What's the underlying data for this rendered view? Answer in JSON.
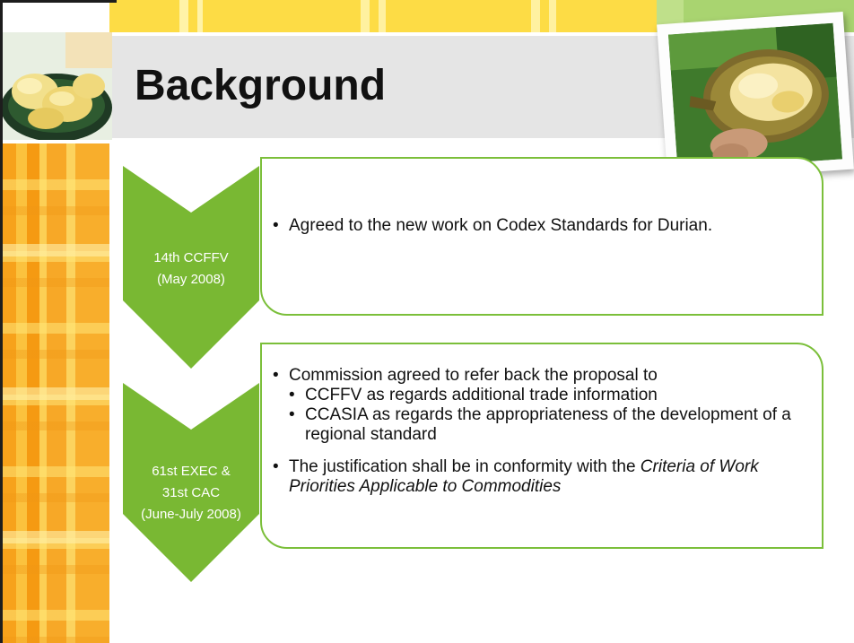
{
  "slide": {
    "title": "Background"
  },
  "timeline": [
    {
      "label_lines": [
        "14th CCFFV",
        "(May 2008)"
      ],
      "bullets": [
        {
          "level": 1,
          "text": "Agreed to the new work on Codex Standards for Durian."
        }
      ]
    },
    {
      "label_lines": [
        "61st EXEC &",
        "31st CAC",
        "(June-July 2008)"
      ],
      "bullets": [
        {
          "level": 1,
          "text": "Commission agreed to refer back the proposal to"
        },
        {
          "level": 2,
          "text": "CCFFV as regards additional trade information"
        },
        {
          "level": 2,
          "text": "CCASIA as regards the appropriateness of the development of a regional standard"
        }
      ],
      "final_bullet": {
        "prefix": "The justification shall be in conformity with the ",
        "italic": "Criteria of Work Priorities Applicable to Commodities"
      }
    }
  ],
  "colors": {
    "chevron": "#79b833",
    "box_border": "#7bbf3a",
    "title_band": "#e5e5e5",
    "top_band": "#fddc45",
    "left_strip": "#f7a827"
  },
  "images": {
    "left_photo": "durian-flesh-plate-icon",
    "right_photo": "durian-fruit-open-icon"
  }
}
